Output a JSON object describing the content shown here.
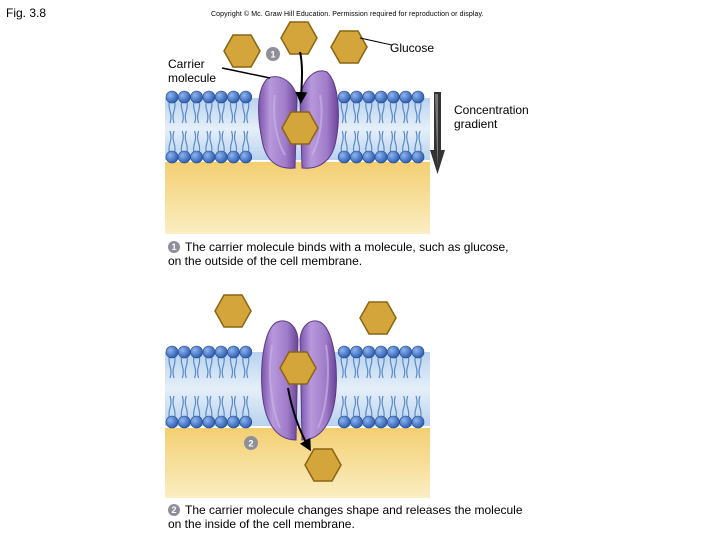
{
  "figure_label": "Fig. 3.8",
  "copyright": "Copyright © Mc. Graw Hill Education. Permission required for reproduction or display.",
  "labels": {
    "glucose": "Glucose",
    "carrier": "Carrier\nmolecule",
    "gradient": "Concentration\ngradient"
  },
  "steps": [
    {
      "number": "1",
      "caption": "The carrier molecule binds with a molecule, such as glucose,\non the outside of the cell membrane."
    },
    {
      "number": "2",
      "caption": "The carrier molecule changes shape and releases the molecule\non the inside of the cell membrane."
    }
  ],
  "colors": {
    "glucose": "#d4a53a",
    "glucose_outline": "#8a6414",
    "protein": "#9a72c4",
    "protein_dark": "#6f4a9c",
    "head": "#3c6fc2",
    "tail": "#5a8ac8",
    "membrane_bg": "#cfe0f0",
    "cytoplasm": "#f6d98a",
    "badge": "#8f8f9a"
  }
}
